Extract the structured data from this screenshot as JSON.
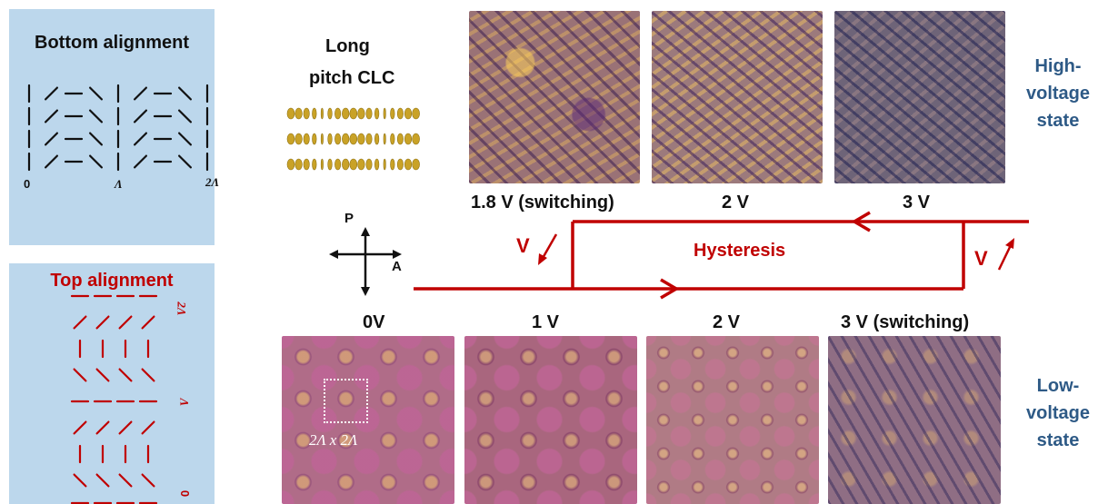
{
  "bottom_panel": {
    "title": "Bottom alignment",
    "label_0": "0",
    "label_mid": "Λ",
    "label_end": "2Λ"
  },
  "top_panel": {
    "title": "Top alignment",
    "label_2L": "2Λ",
    "label_L": "Λ",
    "label_0": "0"
  },
  "clc": {
    "line1": "Long",
    "line2": "pitch CLC"
  },
  "polarizer": {
    "p": "P",
    "a": "A"
  },
  "high_state": {
    "line1": "High-",
    "line2": "voltage",
    "line3": "state"
  },
  "low_state": {
    "line1": "Low-",
    "line2": "voltage",
    "line3": "state"
  },
  "top_labels": [
    "1.8 V (switching)",
    "2 V",
    "3 V"
  ],
  "bottom_labels": [
    "0V",
    "1 V",
    "2 V",
    "3 V (switching)"
  ],
  "hysteresis": "Hysteresis",
  "v_left": "V",
  "v_right": "V",
  "unit_cell": "2Λ x 2Λ",
  "colors": {
    "red": "#c00000",
    "panel": "#bcd7ec",
    "state_text": "#2e5a86"
  }
}
